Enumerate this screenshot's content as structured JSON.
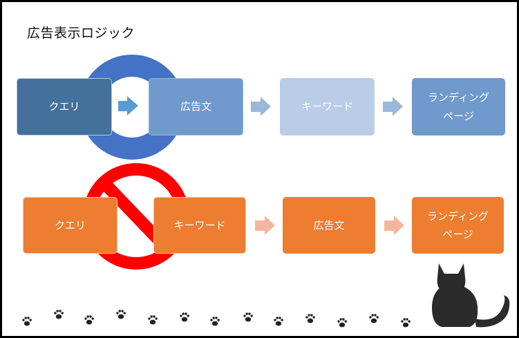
{
  "title": "広告表示ロジック",
  "row1": {
    "query": "クエリ",
    "ad": "広告文",
    "keyword": "キーワード",
    "landing": "ランディング\nページ"
  },
  "row2": {
    "query": "クエリ",
    "keyword": "キーワード",
    "ad": "広告文",
    "landing": "ランディング\nページ"
  },
  "colors": {
    "blue_dark": "#44709C",
    "blue_mid": "#7099CC",
    "blue_light": "#BACDE6",
    "ring_blue": "#4472C4",
    "orange": "#ED7D31",
    "orange_light": "#F4B6A0",
    "no_red": "#FF0000"
  },
  "icons": [
    "paw-print-icon",
    "cat-silhouette-icon"
  ]
}
